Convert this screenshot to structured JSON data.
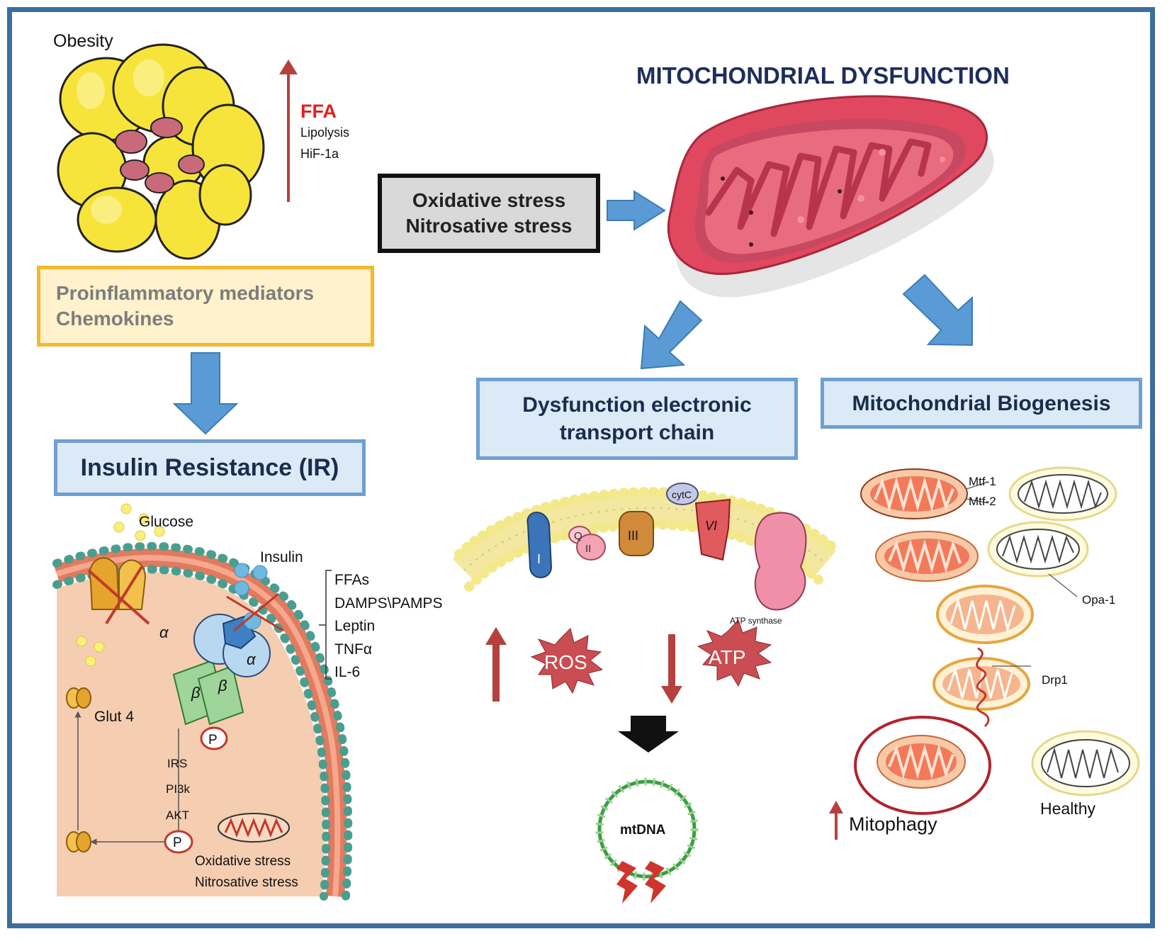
{
  "obesity": {
    "title": "Obesity",
    "ffa": "FFA",
    "lipolysis": "Lipolysis",
    "hif": "HiF-1a"
  },
  "main_title": "MITOCHONDRIAL DYSFUNCTION",
  "stress_box": {
    "line1": "Oxidative stress",
    "line2": "Nitrosative stress"
  },
  "inflammation_box": {
    "line1": "Proinflammatory mediators",
    "line2": "Chemokines"
  },
  "ir_box": "Insulin Resistance (IR)",
  "etc_box": {
    "line1": "Dysfunction electronic",
    "line2": "transport chain"
  },
  "biogenesis_box": "Mitochondrial Biogenesis",
  "insulin_panel": {
    "glucose": "Glucose",
    "insulin": "Insulin",
    "alpha": "α",
    "beta": "β",
    "p": "P",
    "glut4": "Glut 4",
    "irs": "IRS",
    "pi3k": "PI3k",
    "akt": "AKT",
    "oxidative": "Oxidative stress",
    "nitrosative": "Nitrosative stress",
    "factors": [
      "FFAs",
      "DAMPS\\PAMPS",
      "Leptin",
      "TNFα",
      "IL-6"
    ]
  },
  "etc_panel": {
    "complex_i": "I",
    "q": "Q",
    "complex_ii": "II",
    "complex_iii": "III",
    "cytc": "cytC",
    "complex_vi": "VI",
    "atp_synthase": "ATP synthase",
    "ros": "ROS",
    "atp": "ATP",
    "mtdna": "mtDNA"
  },
  "biogenesis_panel": {
    "mtf1": "Mtf-1",
    "mtf2": "Mtf-2",
    "opa1": "Opa-1",
    "drp1": "Drp1",
    "mitophagy": "Mitophagy",
    "healthy": "Healthy"
  },
  "colors": {
    "frame": "#3e6f9c",
    "arrow_blue": "#5b9bd5",
    "arrow_red": "#b5403f",
    "box_blue_fill": "#dce9f6",
    "box_blue_border": "#6f9fd3",
    "box_orange_border": "#f5b82e",
    "box_orange_fill": "#fff2cc",
    "title_navy": "#1f2d5c",
    "ffa_red": "#e02020",
    "mito_red": "#d8445b"
  }
}
